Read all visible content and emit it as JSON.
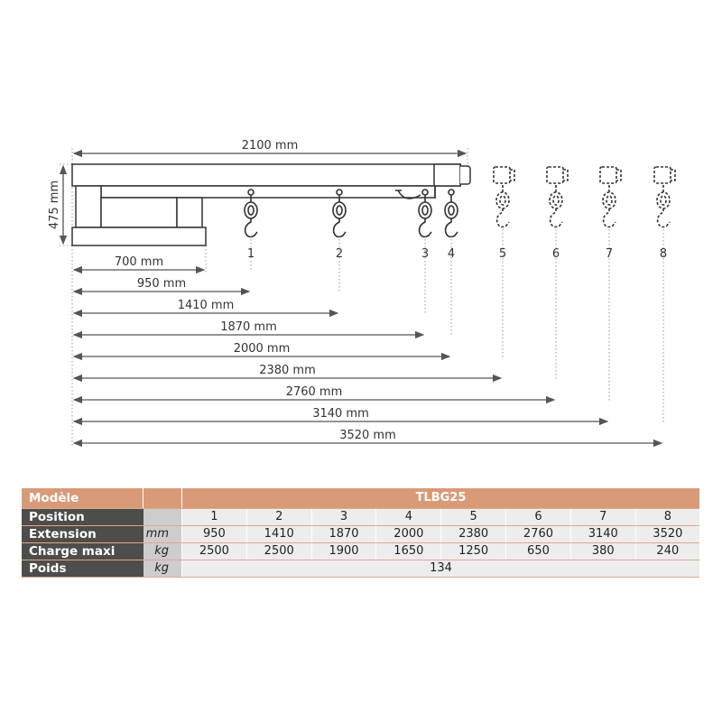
{
  "drawing": {
    "overall_length": "2100 mm",
    "height": "475 mm",
    "base_length": "700 mm",
    "hook_labels": [
      "1",
      "2",
      "3",
      "4",
      "5",
      "6",
      "7",
      "8"
    ],
    "extensions": [
      "950 mm",
      "1410 mm",
      "1870 mm",
      "2000 mm",
      "2380 mm",
      "2760 mm",
      "3140 mm",
      "3520 mm"
    ]
  },
  "table": {
    "header": {
      "label": "Modèle",
      "model": "TLBG25"
    },
    "rows": [
      {
        "label": "Position",
        "unit": "",
        "values": [
          "1",
          "2",
          "3",
          "4",
          "5",
          "6",
          "7",
          "8"
        ]
      },
      {
        "label": "Extension",
        "unit": "mm",
        "values": [
          "950",
          "1410",
          "1870",
          "2000",
          "2380",
          "2760",
          "3140",
          "3520"
        ]
      },
      {
        "label": "Charge maxi",
        "unit": "kg",
        "values": [
          "2500",
          "2500",
          "1900",
          "1650",
          "1250",
          "650",
          "380",
          "240"
        ]
      },
      {
        "label": "Poids",
        "unit": "kg",
        "value": "134"
      }
    ]
  },
  "colors": {
    "header": "#d99a78",
    "label_col": "#4d4d4b",
    "unit_col": "#cdcdcd",
    "cell": "#ededed"
  }
}
